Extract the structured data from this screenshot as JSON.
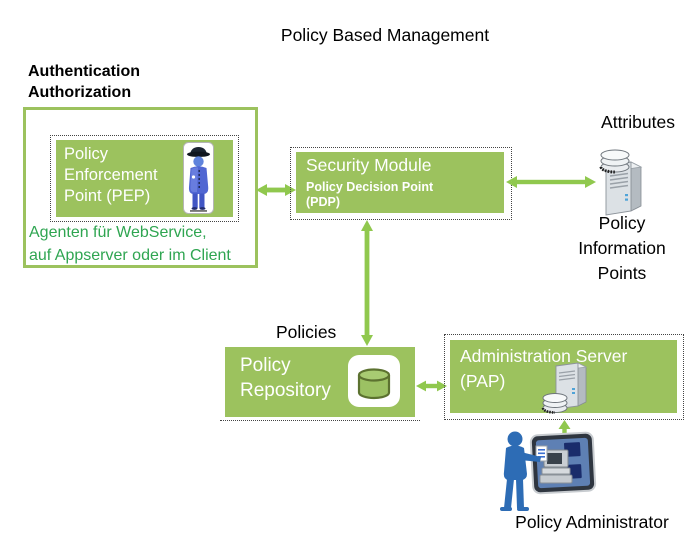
{
  "title": "Policy Based Management",
  "colors": {
    "box_green": "#9CC25E",
    "arrow_green": "#90C84E",
    "caption_green": "#2FA551"
  },
  "pep": {
    "group_label": [
      "Authentication",
      "Authorization"
    ],
    "box_lines": [
      "Policy",
      "Enforcement",
      "Point (PEP)"
    ],
    "caption": [
      "Agenten für WebService,",
      "auf Appserver oder im Client"
    ]
  },
  "pdp": {
    "title": "Security Module",
    "subtitle": [
      "Policy Decision Point",
      "(PDP)"
    ]
  },
  "pip": {
    "attributes_label": "Attributes",
    "label": [
      "Policy",
      "Information",
      "Points"
    ]
  },
  "repository": {
    "policies_label": "Policies",
    "label": [
      "Policy",
      "Repository"
    ]
  },
  "pap": {
    "title": "Administration Server",
    "subtitle": "(PAP)"
  },
  "administrator": {
    "label": "Policy Administrator"
  },
  "icons": {
    "pep": "policeman-icon",
    "pip": "server-icon",
    "repository": "database-icon",
    "pap": "server-icon",
    "administrator": "admin-at-terminal-icon"
  }
}
